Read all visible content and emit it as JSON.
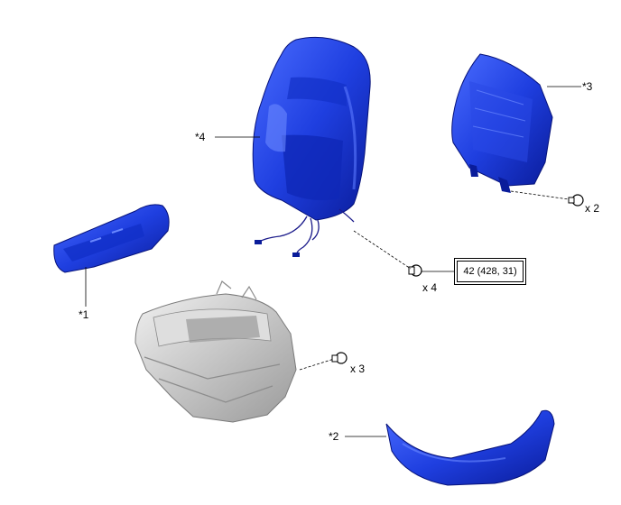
{
  "colors": {
    "part_highlight": "#1f3fe0",
    "part_shadow": "#0a1c9a",
    "part_light": "#5a78ff",
    "part_gray": "#cfcfcf",
    "part_gray_dark": "#8c8c8c",
    "line": "#000000"
  },
  "callouts": {
    "c1": "*1",
    "c2": "*2",
    "c3": "*3",
    "c4": "*4"
  },
  "quantities": {
    "q_seatback_screw": "x 2",
    "q_harness_bolt": "x 4",
    "q_cushion_clip": "x 3"
  },
  "torque": {
    "value": "42 (428, 31)"
  }
}
